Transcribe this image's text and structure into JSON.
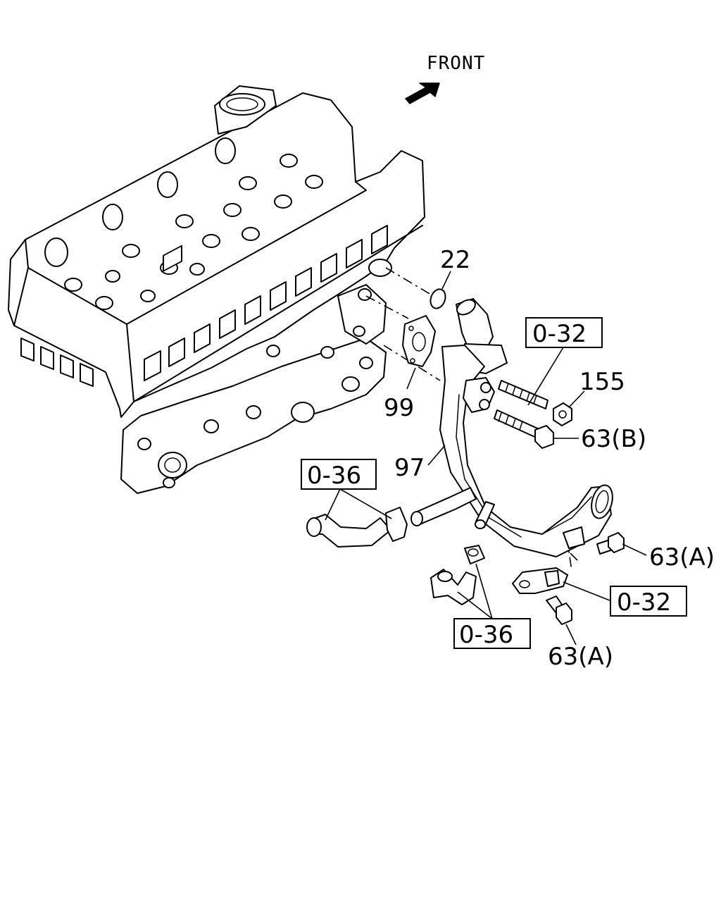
{
  "front_label": "FRONT",
  "callouts": {
    "o_ring": "22",
    "gasket": "99",
    "water_pipe": "97",
    "stud": "155",
    "bolt_b": "63(B)",
    "bolt_a_right": "63(A)",
    "bolt_a_bottom": "63(A)"
  },
  "reference_boxes": {
    "ref_top": "0-32",
    "ref_right": "0-32",
    "ref_left": "0-36",
    "ref_bottom": "0-36"
  }
}
